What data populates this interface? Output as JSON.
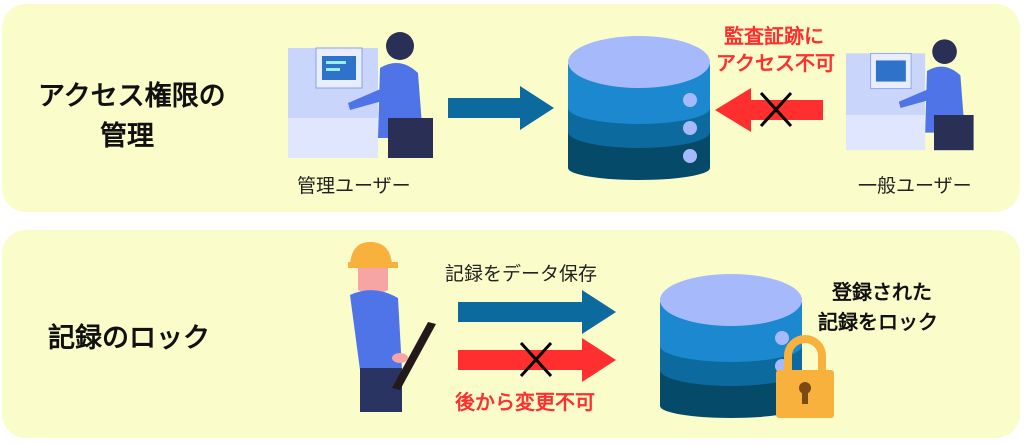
{
  "section1": {
    "title_line1": "アクセス権限の",
    "title_line2": "管理",
    "admin_label": "管理ユーザー",
    "general_label": "一般ユーザー",
    "denied_line1": "監査証跡に",
    "denied_line2": "アクセス不可"
  },
  "section2": {
    "title": "記録のロック",
    "save_label": "記録をデータ保存",
    "no_change_label": "後から変更不可",
    "locked_line1": "登録された",
    "locked_line2": "記録をロック"
  },
  "colors": {
    "panel": "#fafdc9",
    "blue_arrow": "#0d6a9f",
    "red_arrow": "#ff2f2f"
  }
}
